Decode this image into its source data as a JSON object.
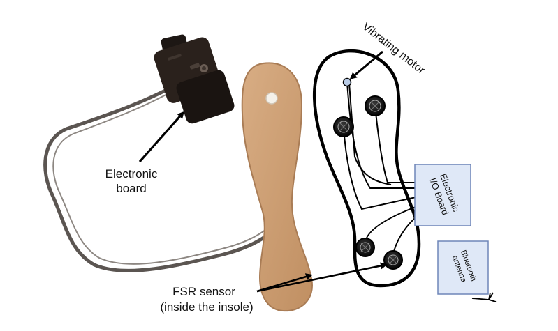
{
  "labels": {
    "electronic_board_line1": "Electronic",
    "electronic_board_line2": "board",
    "vibrating_motor": "Vibrating motor",
    "io_board_line1": "Electronic",
    "io_board_line2": "I/O Board",
    "bluetooth_line1": "Bluetooth",
    "bluetooth_line2": "antenna",
    "fsr_line1": "FSR sensor",
    "fsr_line2": "(inside the insole)"
  },
  "colors": {
    "insole_fill": "#c99a70",
    "insole_edge": "#a97c55",
    "board_fill": "#2a211c",
    "cable": "#5b5551",
    "box_fill": "#dfe8f7",
    "box_stroke": "#6f86b8",
    "motor_fill": "#b8cbe6",
    "outline": "#000000"
  },
  "icons": {
    "antenna": "antenna-icon",
    "sensor": "fsr-sensor-disc-icon",
    "motor": "vibrating-motor-icon"
  }
}
